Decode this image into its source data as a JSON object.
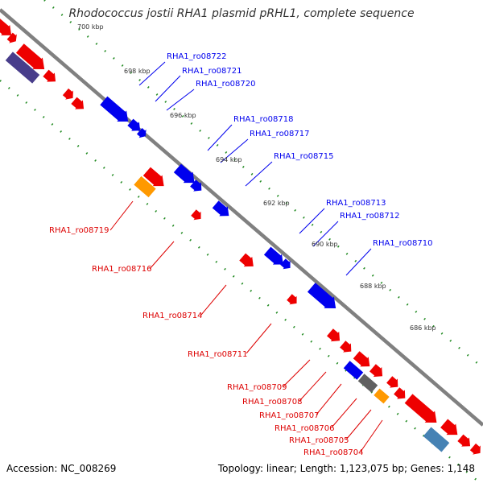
{
  "title": "Rhodococcus jostii RHA1 plasmid pRHL1, complete sequence",
  "accession": "Accession: NC_008269",
  "topology_info": "Topology: linear; Length: 1,123,075 bp; Genes: 1,148",
  "colors": {
    "backbone": "#808080",
    "forward_gene": "#0000ee",
    "reverse_gene": "#ee0000",
    "tick_dots": "#228b22",
    "orange_feature": "#ff9900",
    "gray_feature": "#606060",
    "slate_feature": "#483d8b",
    "steel_feature": "#4682b4"
  },
  "ticks": [
    {
      "label": "700 kbp"
    },
    {
      "label": "698 kbp"
    },
    {
      "label": "696 kbp"
    },
    {
      "label": "694 kbp"
    },
    {
      "label": "692 kbp"
    },
    {
      "label": "690 kbp"
    },
    {
      "label": "688 kbp"
    },
    {
      "label": "686 kbp"
    }
  ],
  "forward_labels": [
    {
      "text": "RHA1_ro08722"
    },
    {
      "text": "RHA1_ro08721"
    },
    {
      "text": "RHA1_ro08720"
    },
    {
      "text": "RHA1_ro08718"
    },
    {
      "text": "RHA1_ro08717"
    },
    {
      "text": "RHA1_ro08715"
    },
    {
      "text": "RHA1_ro08713"
    },
    {
      "text": "RHA1_ro08712"
    },
    {
      "text": "RHA1_ro08710"
    }
  ],
  "reverse_labels": [
    {
      "text": "RHA1_ro08719"
    },
    {
      "text": "RHA1_ro08716"
    },
    {
      "text": "RHA1_ro08714"
    },
    {
      "text": "RHA1_ro08711"
    },
    {
      "text": "RHA1_ro08709"
    },
    {
      "text": "RHA1_ro08708"
    },
    {
      "text": "RHA1_ro08707"
    },
    {
      "text": "RHA1_ro08706"
    },
    {
      "text": "RHA1_ro08705"
    },
    {
      "text": "RHA1_ro08704"
    }
  ]
}
